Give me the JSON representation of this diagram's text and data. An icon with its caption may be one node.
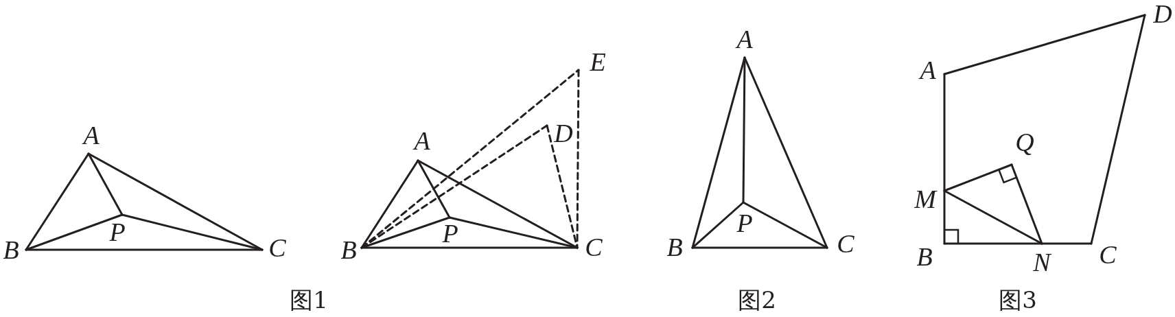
{
  "diagram": {
    "labels": [
      "A",
      "B",
      "P",
      "C",
      "E",
      "D",
      "A",
      "B",
      "P",
      "C",
      "图1",
      "A",
      "B",
      "P",
      "C",
      "图2",
      "D",
      "A",
      "Q",
      "M",
      "B",
      "N",
      "C",
      "图3"
    ]
  }
}
